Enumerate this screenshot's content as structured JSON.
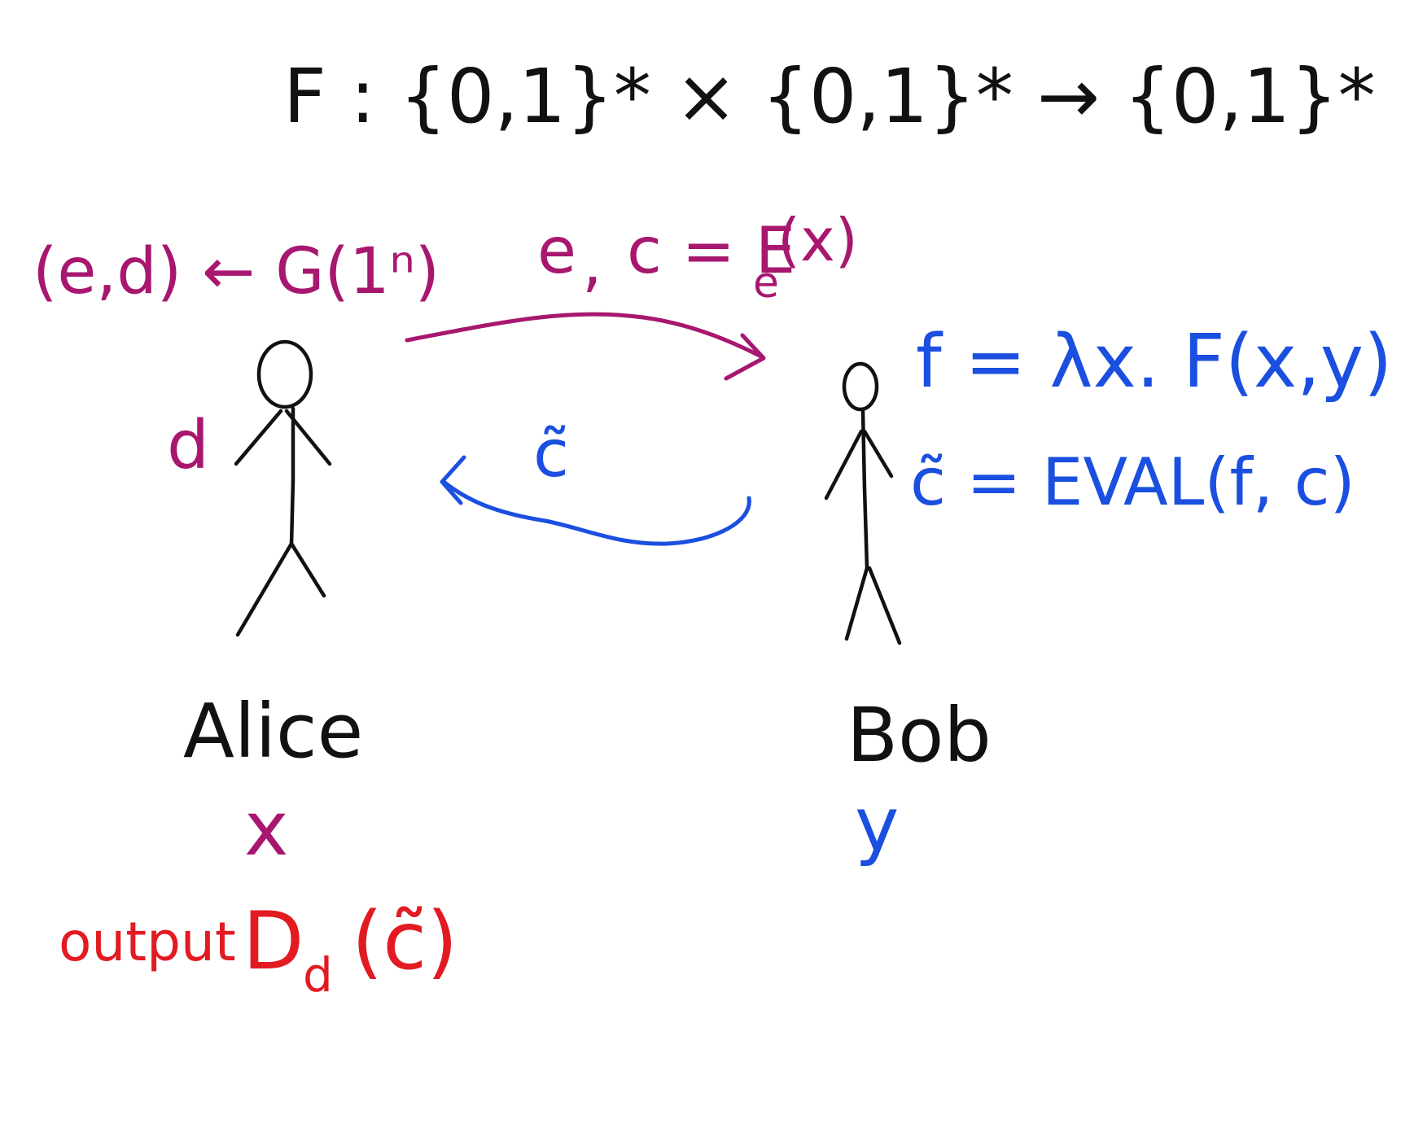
{
  "formula": "F : {0,1}* × {0,1}* → {0,1}*",
  "keygen": "(e,d) ← G(1ⁿ)",
  "send_label": {
    "e": "e",
    "comma": ",",
    "c_def": "c = E",
    "sub": "e",
    "arg": "(x)"
  },
  "return_label": "c̃",
  "bob_f": "f = λx. F(x,y)",
  "bob_eval": "c̃ = EVAL(f, c)",
  "alice": {
    "secret_key": "d",
    "name": "Alice",
    "input": "x",
    "output_word": "output",
    "output_expr": "D",
    "output_sub": "d",
    "output_arg": "(c̃)"
  },
  "bob": {
    "name": "Bob",
    "input": "y"
  },
  "colors": {
    "black": "#111111",
    "magenta": "#a8176f",
    "blue": "#1a4fe0",
    "red": "#e21b23"
  }
}
